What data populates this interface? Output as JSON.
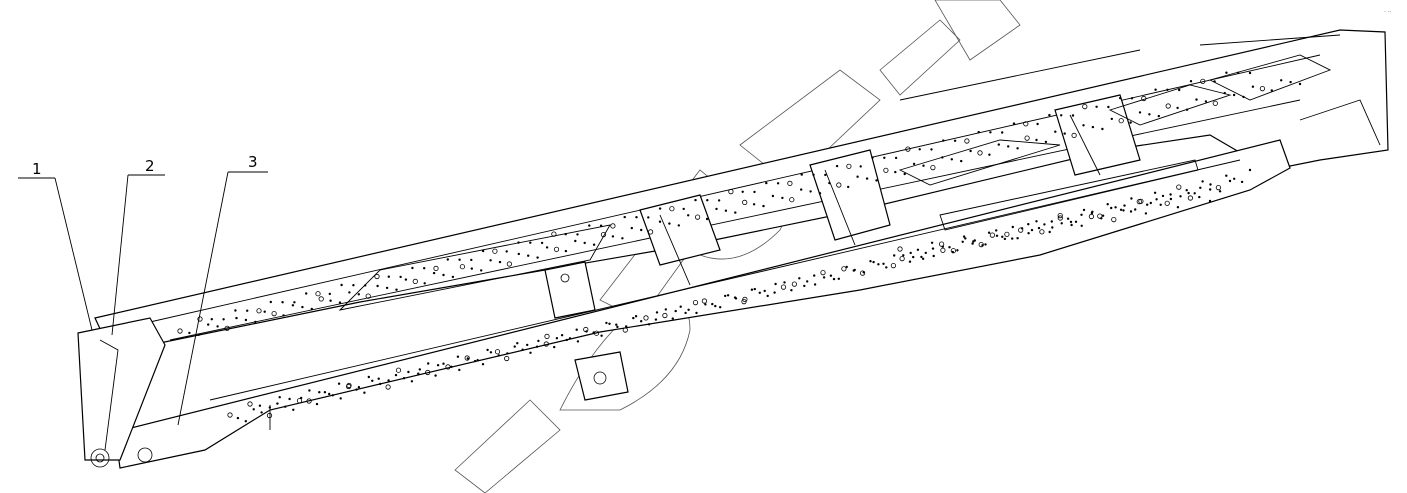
{
  "callouts": [
    {
      "number": "1"
    },
    {
      "number": "2"
    },
    {
      "number": "3"
    }
  ],
  "watermark_text": "apkam.ru"
}
